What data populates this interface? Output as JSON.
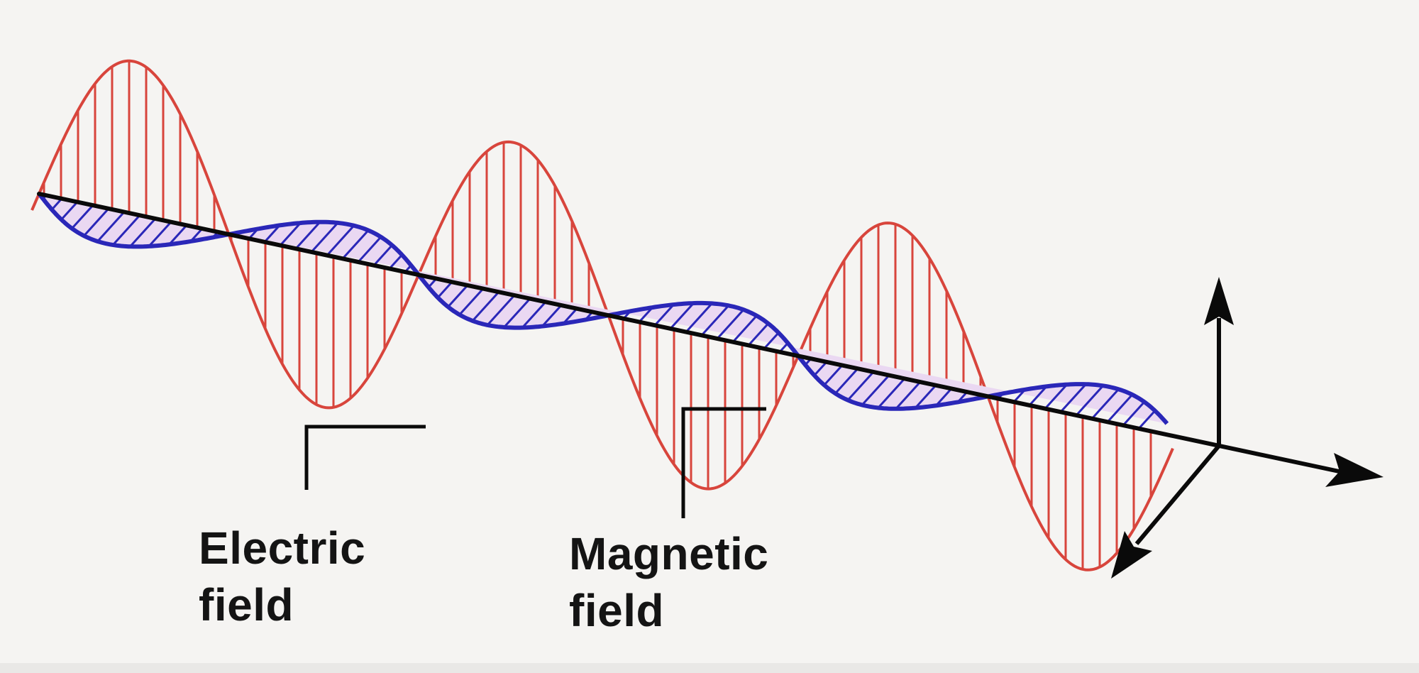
{
  "labels": {
    "electric": {
      "line1": "Electric",
      "line2": "field"
    },
    "magnetic": {
      "line1": "Magnetic",
      "line2": "field"
    }
  },
  "colors": {
    "background": "#f5f4f2",
    "electric_wave": "#d8453c",
    "magnetic_wave": "#2a27b8",
    "magnetic_fill": "#ead8f2",
    "axis": "#0a0a0a"
  },
  "icons": [
    "propagation-axis-arrow",
    "vertical-axis-arrow",
    "depth-axis-arrow"
  ]
}
